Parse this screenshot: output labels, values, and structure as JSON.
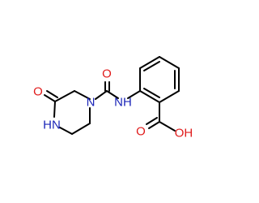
{
  "molecule": {
    "atom_labels": {
      "ring_carbonyl_oxygen": "O",
      "ring_amide_nitrogen": "HN",
      "ring_tertiary_nitrogen": "N",
      "urea_oxygen": "O",
      "urea_nitrogen": "NH",
      "acid_carbonyl_oxygen": "O",
      "acid_hydroxyl": "OH"
    },
    "colors": {
      "bond": "#000000",
      "oxygen": "#e01b1b",
      "nitrogen": "#1a24b8"
    }
  }
}
